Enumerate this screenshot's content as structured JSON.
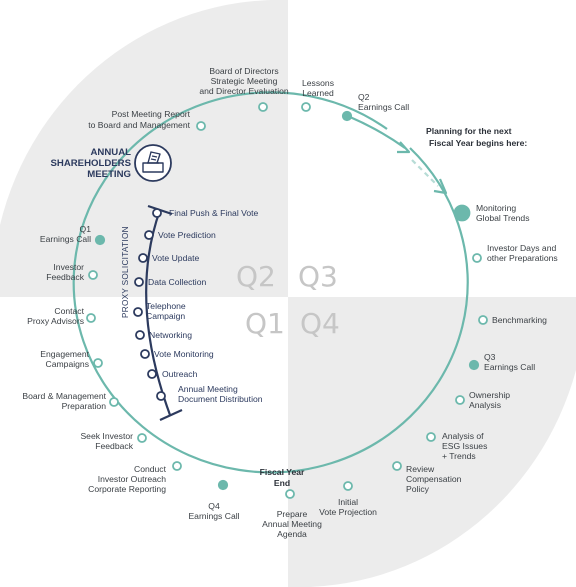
{
  "colors": {
    "teal": "#6cb8ac",
    "navy": "#2c3a5e",
    "quadrant_gray": "#ececec",
    "quarter_text": "#c6c6c6"
  },
  "quarters": {
    "q1": "Q1",
    "q2": "Q2",
    "q3": "Q3",
    "q4": "Q4"
  },
  "annual_meeting": {
    "line1": "ANNUAL",
    "line2": "SHAREHOLDERS",
    "line3": "MEETING",
    "icon": "ballot-box-icon"
  },
  "planning": {
    "line1": "Planning for the next",
    "line2": "Fiscal Year begins here:"
  },
  "fiscal_year_end": {
    "line1": "Fiscal Year",
    "line2": "End"
  },
  "proxy_solicitation": {
    "label": "PROXY SOLICITATION"
  },
  "cycle_items": [
    {
      "name": "board-of-directors",
      "lines": [
        "Board of Directors",
        "Strategic Meeting",
        "and Director Evaluation"
      ]
    },
    {
      "name": "lessons-learned",
      "lines": [
        "Lessons",
        "Learned"
      ]
    },
    {
      "name": "q2-earnings-call",
      "lines": [
        "Q2",
        "Earnings Call"
      ]
    },
    {
      "name": "post-meeting-report",
      "lines": [
        "Post Meeting Report",
        "to Board and Management"
      ]
    },
    {
      "name": "monitoring-global-trends",
      "lines": [
        "Monitoring",
        "Global Trends"
      ]
    },
    {
      "name": "investor-days",
      "lines": [
        "Investor Days and",
        "other Preparations"
      ]
    },
    {
      "name": "q1-earnings-call",
      "lines": [
        "Q1",
        "Earnings Call"
      ]
    },
    {
      "name": "investor-feedback",
      "lines": [
        "Investor",
        "Feedback"
      ]
    },
    {
      "name": "contact-proxy-advisors",
      "lines": [
        "Contact",
        "Proxy Advisors"
      ]
    },
    {
      "name": "benchmarking",
      "lines": [
        "Benchmarking"
      ]
    },
    {
      "name": "engagement-campaigns",
      "lines": [
        "Engagement",
        "Campaigns"
      ]
    },
    {
      "name": "q3-earnings-call",
      "lines": [
        "Q3",
        "Earnings Call"
      ]
    },
    {
      "name": "board-management-preparation",
      "lines": [
        "Board & Management",
        "Preparation"
      ]
    },
    {
      "name": "ownership-analysis",
      "lines": [
        "Ownership",
        "Analysis"
      ]
    },
    {
      "name": "seek-investor-feedback",
      "lines": [
        "Seek Investor",
        "Feedback"
      ]
    },
    {
      "name": "analysis-esg",
      "lines": [
        "Analysis of",
        "ESG Issues",
        "+ Trends"
      ]
    },
    {
      "name": "conduct-investor-outreach",
      "lines": [
        "Conduct",
        "Investor Outreach",
        "Corporate Reporting"
      ]
    },
    {
      "name": "review-compensation-policy",
      "lines": [
        "Review",
        "Compensation",
        "Policy"
      ]
    },
    {
      "name": "q4-earnings-call",
      "lines": [
        "Q4",
        "Earnings Call"
      ]
    },
    {
      "name": "initial-vote-projection",
      "lines": [
        "Initial",
        "Vote Projection"
      ]
    },
    {
      "name": "prepare-annual-meeting-agenda",
      "lines": [
        "Prepare",
        "Annual Meeting",
        "Agenda"
      ]
    }
  ],
  "proxy_steps": [
    {
      "name": "final-push",
      "lines": [
        "Final Push & Final Vote"
      ]
    },
    {
      "name": "vote-prediction",
      "lines": [
        "Vote Prediction"
      ]
    },
    {
      "name": "vote-update",
      "lines": [
        "Vote Update"
      ]
    },
    {
      "name": "data-collection",
      "lines": [
        "Data Collection"
      ]
    },
    {
      "name": "telephone-campaign",
      "lines": [
        "Telephone",
        "Campaign"
      ]
    },
    {
      "name": "networking",
      "lines": [
        "Networking"
      ]
    },
    {
      "name": "vote-monitoring",
      "lines": [
        "Vote Monitoring"
      ]
    },
    {
      "name": "outreach",
      "lines": [
        "Outreach"
      ]
    },
    {
      "name": "annual-meeting-document-distribution",
      "lines": [
        "Annual Meeting",
        "Document Distribution"
      ]
    }
  ]
}
